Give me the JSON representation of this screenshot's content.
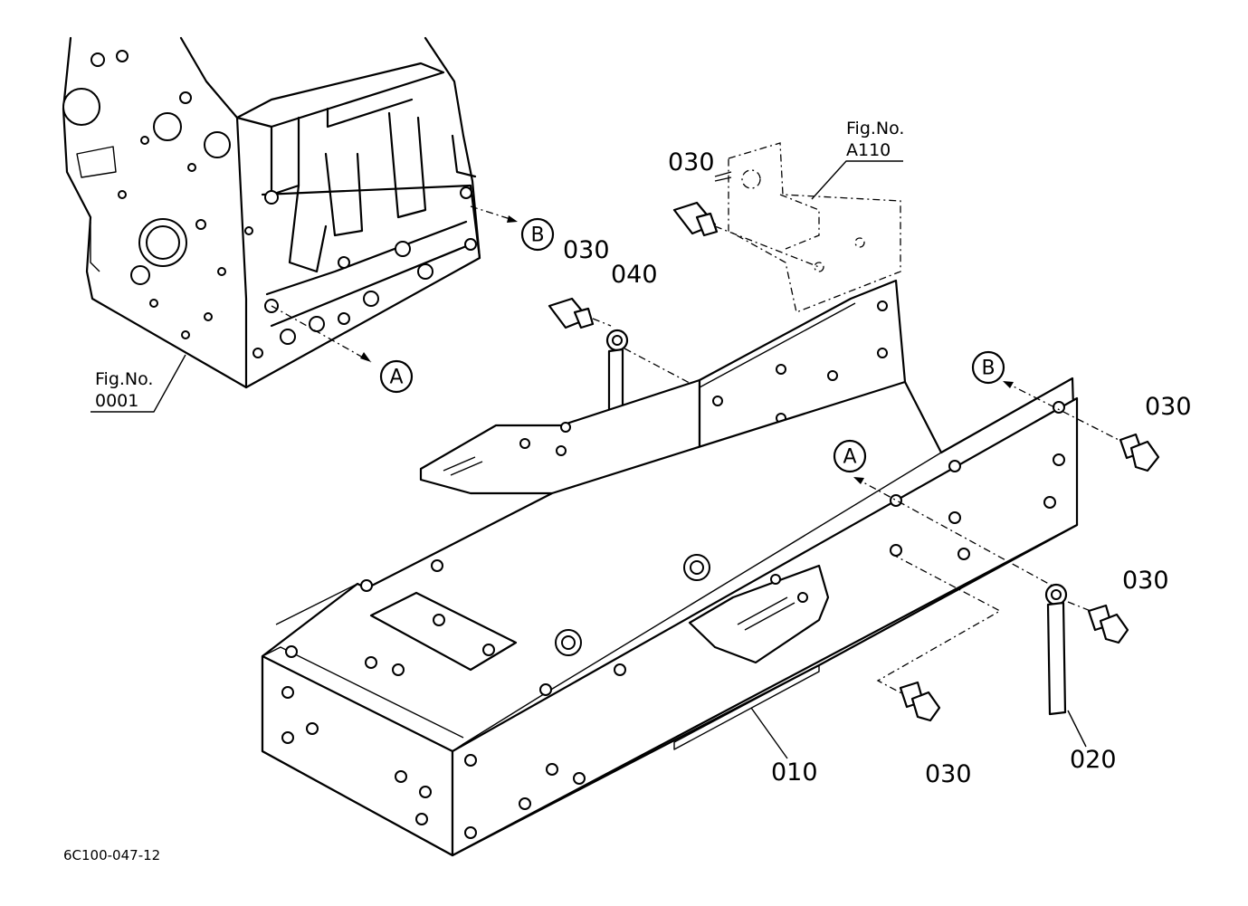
{
  "drawing_number": "6C100-047-12",
  "part_labels": {
    "p010": "010",
    "p020": "020",
    "p030_top": "030",
    "p030_mid": "030",
    "p030_right_top": "030",
    "p030_right_mid": "030",
    "p030_bottom": "030",
    "p040": "040"
  },
  "figure_refs": {
    "engine_fig_label": "Fig.No.",
    "engine_fig_number": "0001",
    "bracket_fig_label": "Fig.No.",
    "bracket_fig_number": "A110"
  },
  "reference_markers": {
    "a_engine": "A",
    "b_engine": "B",
    "a_frame": "A",
    "b_frame": "B"
  }
}
